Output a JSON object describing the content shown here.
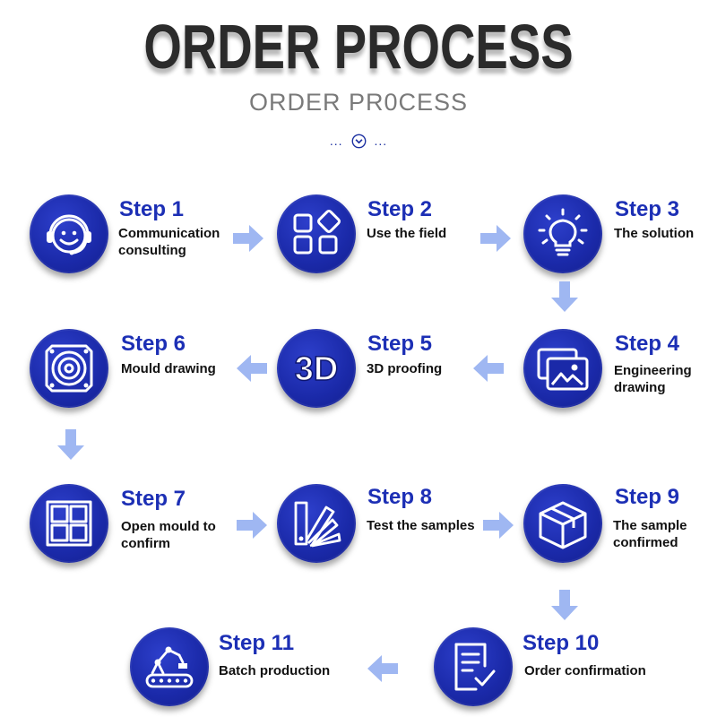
{
  "header": {
    "title": "ORDER PROCESS",
    "subtitle": "ORDER PR0CESS",
    "divider_left": "...",
    "divider_right": "..."
  },
  "colors": {
    "circle": "#1a29a8",
    "step_label": "#1c2fb5",
    "arrow": "#9fb7f2",
    "text": "#111111"
  },
  "steps": [
    {
      "label": "Step 1",
      "line1": "Communication",
      "line2": "consulting",
      "icon": "headset-smiley-icon"
    },
    {
      "label": "Step 2",
      "line1": "Use the field",
      "line2": "",
      "icon": "apps-grid-icon"
    },
    {
      "label": "Step 3",
      "line1": "The solution",
      "line2": "",
      "icon": "lightbulb-icon"
    },
    {
      "label": "Step 4",
      "line1": "Engineering",
      "line2": "drawing",
      "icon": "image-frames-icon"
    },
    {
      "label": "Step 5",
      "line1": "3D proofing",
      "line2": "",
      "icon": "3d-icon",
      "icon_text": "3D"
    },
    {
      "label": "Step 6",
      "line1": "Mould drawing",
      "line2": "",
      "icon": "speaker-mould-icon"
    },
    {
      "label": "Step 7",
      "line1": "Open mould to",
      "line2": "confirm",
      "icon": "window-grid-icon"
    },
    {
      "label": "Step 8",
      "line1": "Test the samples",
      "line2": "",
      "icon": "color-swatch-icon"
    },
    {
      "label": "Step 9",
      "line1": "The sample",
      "line2": "confirmed",
      "icon": "box-icon"
    },
    {
      "label": "Step 10",
      "line1": "Order confirmation",
      "line2": "",
      "icon": "checklist-icon"
    },
    {
      "label": "Step 11",
      "line1": "Batch production",
      "line2": "",
      "icon": "conveyor-robot-icon"
    }
  ]
}
